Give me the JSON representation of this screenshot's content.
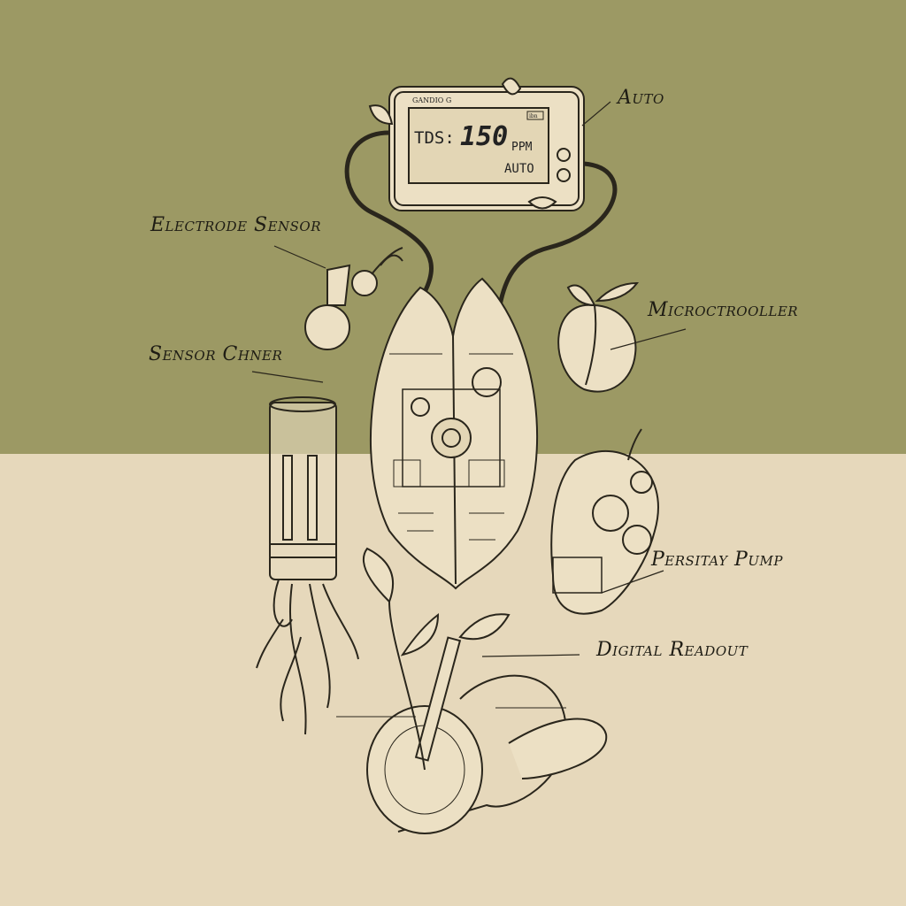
{
  "labels": {
    "auto": "Auto",
    "electrode_sensor": "Electrode Sensor",
    "microcontroller": "Microctrooller",
    "sensor_chamber": "Sensor Chner",
    "peristaltic_pump": "Persitay Pump",
    "digital_readout": "Digital Readout"
  },
  "device": {
    "brand": "GANDIO G",
    "reading_label": "TDS:",
    "reading_value": "150",
    "unit": "PPM",
    "mode": "AUTO",
    "badge": "ibn"
  },
  "colors": {
    "top_background": "#9c9964",
    "bottom_background": "#e6d8bb",
    "line": "#2a261c",
    "fill": "#ece0c4"
  }
}
